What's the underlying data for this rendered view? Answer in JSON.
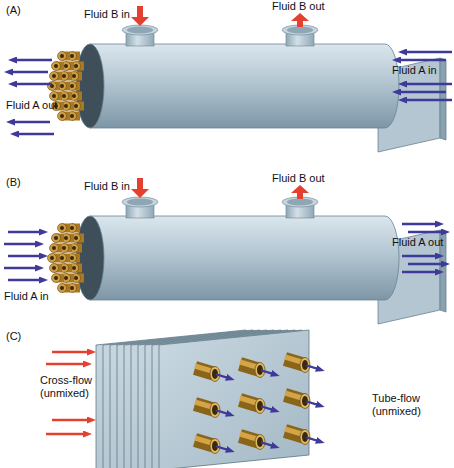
{
  "diagram": {
    "labels": [
      "(A)",
      "Fluid B in",
      "Fluid B out",
      "Fluid A in",
      "Fluid A out",
      "(B)",
      "Fluid B in",
      "Fluid B out",
      "Fluid A out",
      "Fluid A in",
      "(C)",
      "Cross-flow (unmixed)",
      "Tube-flow (unmixed)"
    ]
  }
}
